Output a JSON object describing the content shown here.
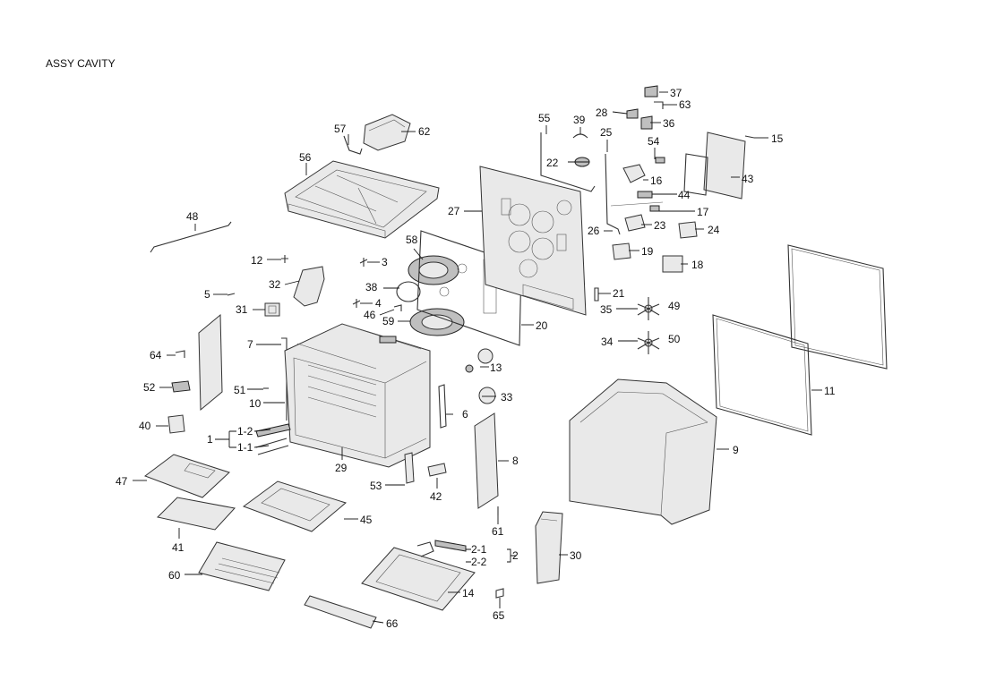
{
  "title": "ASSY CAVITY",
  "callouts": [
    {
      "id": "c48",
      "text": "48"
    },
    {
      "id": "c57",
      "text": "57"
    },
    {
      "id": "c62",
      "text": "62"
    },
    {
      "id": "c56",
      "text": "56"
    },
    {
      "id": "c12",
      "text": "12"
    },
    {
      "id": "c3",
      "text": "3"
    },
    {
      "id": "c32",
      "text": "32"
    },
    {
      "id": "c5",
      "text": "5"
    },
    {
      "id": "c38",
      "text": "38"
    },
    {
      "id": "c4",
      "text": "4"
    },
    {
      "id": "c31",
      "text": "31"
    },
    {
      "id": "c46",
      "text": "46"
    },
    {
      "id": "c59",
      "text": "59"
    },
    {
      "id": "c58",
      "text": "58"
    },
    {
      "id": "c7",
      "text": "7"
    },
    {
      "id": "c64",
      "text": "64"
    },
    {
      "id": "c52",
      "text": "52"
    },
    {
      "id": "c51",
      "text": "51"
    },
    {
      "id": "c10",
      "text": "10"
    },
    {
      "id": "c40",
      "text": "40"
    },
    {
      "id": "c1",
      "text": "1"
    },
    {
      "id": "c1-2",
      "text": "1-2"
    },
    {
      "id": "c1-1",
      "text": "1-1"
    },
    {
      "id": "c29",
      "text": "29"
    },
    {
      "id": "c47",
      "text": "47"
    },
    {
      "id": "c41",
      "text": "41"
    },
    {
      "id": "c45",
      "text": "45"
    },
    {
      "id": "c60",
      "text": "60"
    },
    {
      "id": "c53",
      "text": "53"
    },
    {
      "id": "c42",
      "text": "42"
    },
    {
      "id": "c6",
      "text": "6"
    },
    {
      "id": "c8",
      "text": "8"
    },
    {
      "id": "c13",
      "text": "13"
    },
    {
      "id": "c33",
      "text": "33"
    },
    {
      "id": "c61",
      "text": "61"
    },
    {
      "id": "c2-1",
      "text": "2-1"
    },
    {
      "id": "c2-2",
      "text": "2-2"
    },
    {
      "id": "c2",
      "text": "2"
    },
    {
      "id": "c14",
      "text": "14"
    },
    {
      "id": "c65",
      "text": "65"
    },
    {
      "id": "c66",
      "text": "66"
    },
    {
      "id": "c30",
      "text": "30"
    },
    {
      "id": "c55",
      "text": "55"
    },
    {
      "id": "c39",
      "text": "39"
    },
    {
      "id": "c25",
      "text": "25"
    },
    {
      "id": "c27",
      "text": "27"
    },
    {
      "id": "c22",
      "text": "22"
    },
    {
      "id": "c26",
      "text": "26"
    },
    {
      "id": "c20",
      "text": "20"
    },
    {
      "id": "c28",
      "text": "28"
    },
    {
      "id": "c37",
      "text": "37"
    },
    {
      "id": "c63",
      "text": "63"
    },
    {
      "id": "c36",
      "text": "36"
    },
    {
      "id": "c54",
      "text": "54"
    },
    {
      "id": "c16",
      "text": "16"
    },
    {
      "id": "c15",
      "text": "15"
    },
    {
      "id": "c43",
      "text": "43"
    },
    {
      "id": "c44",
      "text": "44"
    },
    {
      "id": "c17",
      "text": "17"
    },
    {
      "id": "c23",
      "text": "23"
    },
    {
      "id": "c24",
      "text": "24"
    },
    {
      "id": "c19",
      "text": "19"
    },
    {
      "id": "c18",
      "text": "18"
    },
    {
      "id": "c21",
      "text": "21"
    },
    {
      "id": "c35",
      "text": "35"
    },
    {
      "id": "c49",
      "text": "49"
    },
    {
      "id": "c34",
      "text": "34"
    },
    {
      "id": "c50",
      "text": "50"
    },
    {
      "id": "c11",
      "text": "11"
    },
    {
      "id": "c9",
      "text": "9"
    }
  ]
}
